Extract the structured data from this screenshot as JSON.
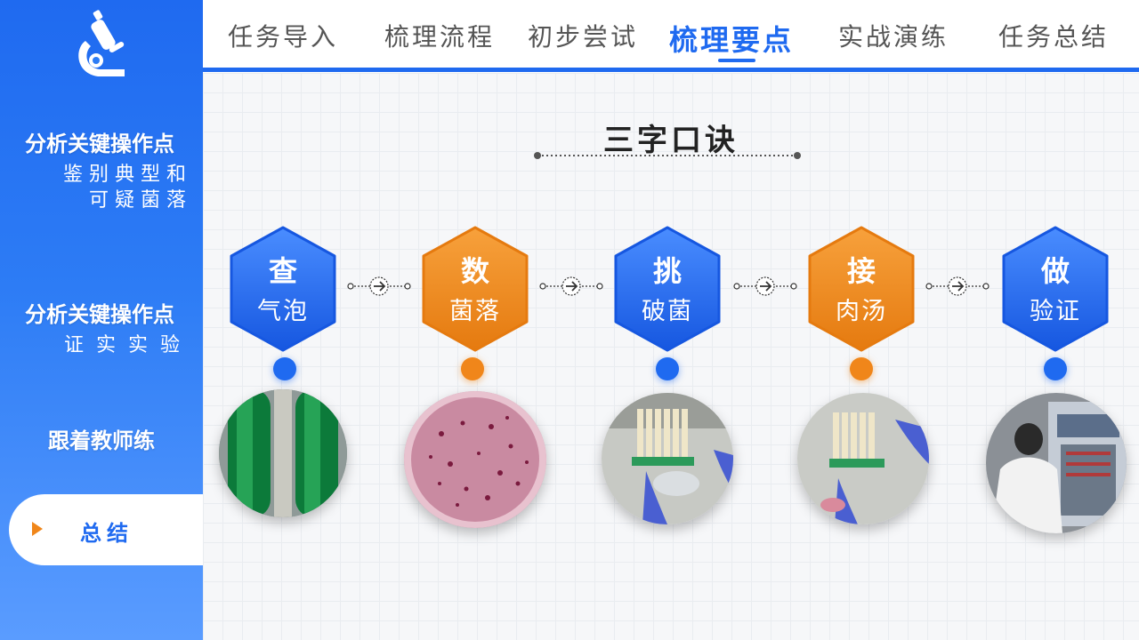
{
  "sidebar": {
    "items": [
      {
        "title": "分析关键操作点",
        "sub1": "鉴别典型和",
        "sub2": "可疑菌落"
      },
      {
        "title": "分析关键操作点",
        "sub1": "证实实验"
      },
      {
        "title": "跟着教师练"
      },
      {
        "title": "总结"
      }
    ]
  },
  "tabs": [
    "任务导入",
    "梳理流程",
    "初步尝试",
    "梳理要点",
    "实战演练",
    "任务总结"
  ],
  "active_tab": "梳理要点",
  "content": {
    "heading": "三字口诀",
    "steps": [
      {
        "big": "查",
        "small": "气泡",
        "color": "blue"
      },
      {
        "big": "数",
        "small": "菌落",
        "color": "orange"
      },
      {
        "big": "挑",
        "small": "破菌",
        "color": "blue"
      },
      {
        "big": "接",
        "small": "肉汤",
        "color": "orange"
      },
      {
        "big": "做",
        "small": "验证",
        "color": "blue"
      }
    ]
  },
  "colors": {
    "blue": "#1f6af0",
    "orange": "#f0861a"
  },
  "icons": [
    "microscope-icon",
    "play-triangle-icon",
    "arrow-right-icon"
  ]
}
